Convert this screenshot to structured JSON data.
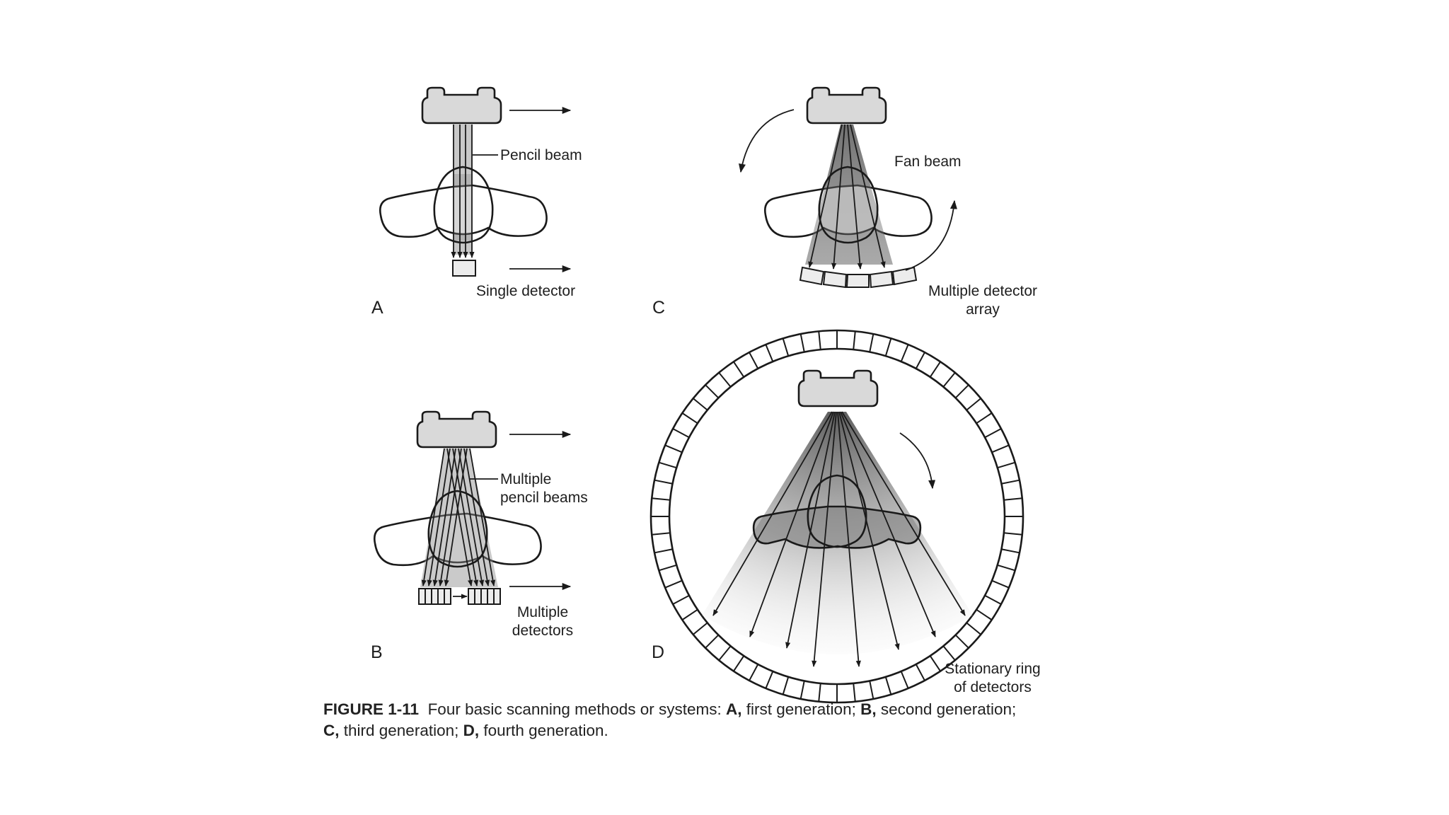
{
  "panels": {
    "A": {
      "letter": "A",
      "beam_label": "Pencil beam",
      "detector_label": "Single detector"
    },
    "B": {
      "letter": "B",
      "beam_label_line1": "Multiple",
      "beam_label_line2": "pencil beams",
      "detector_label_line1": "Multiple",
      "detector_label_line2": "detectors"
    },
    "C": {
      "letter": "C",
      "beam_label": "Fan beam",
      "detector_label_line1": "Multiple detector",
      "detector_label_line2": "array"
    },
    "D": {
      "letter": "D",
      "detector_label_line1": "Stationary ring",
      "detector_label_line2": "of detectors"
    }
  },
  "caption": {
    "figure_number": "FIGURE 1-11",
    "text_intro": "Four basic scanning methods or systems: ",
    "a_key": "A,",
    "a_text": " first generation; ",
    "b_key": "B,",
    "b_text": " second generation;",
    "c_key": "C,",
    "c_text": " third generation; ",
    "d_key": "D,",
    "d_text": " fourth generation."
  },
  "colors": {
    "ink": "#1a1a1a",
    "tube_fill": "#d9d9d9",
    "beam_shade": "#8a8a8a",
    "background": "#ffffff"
  }
}
